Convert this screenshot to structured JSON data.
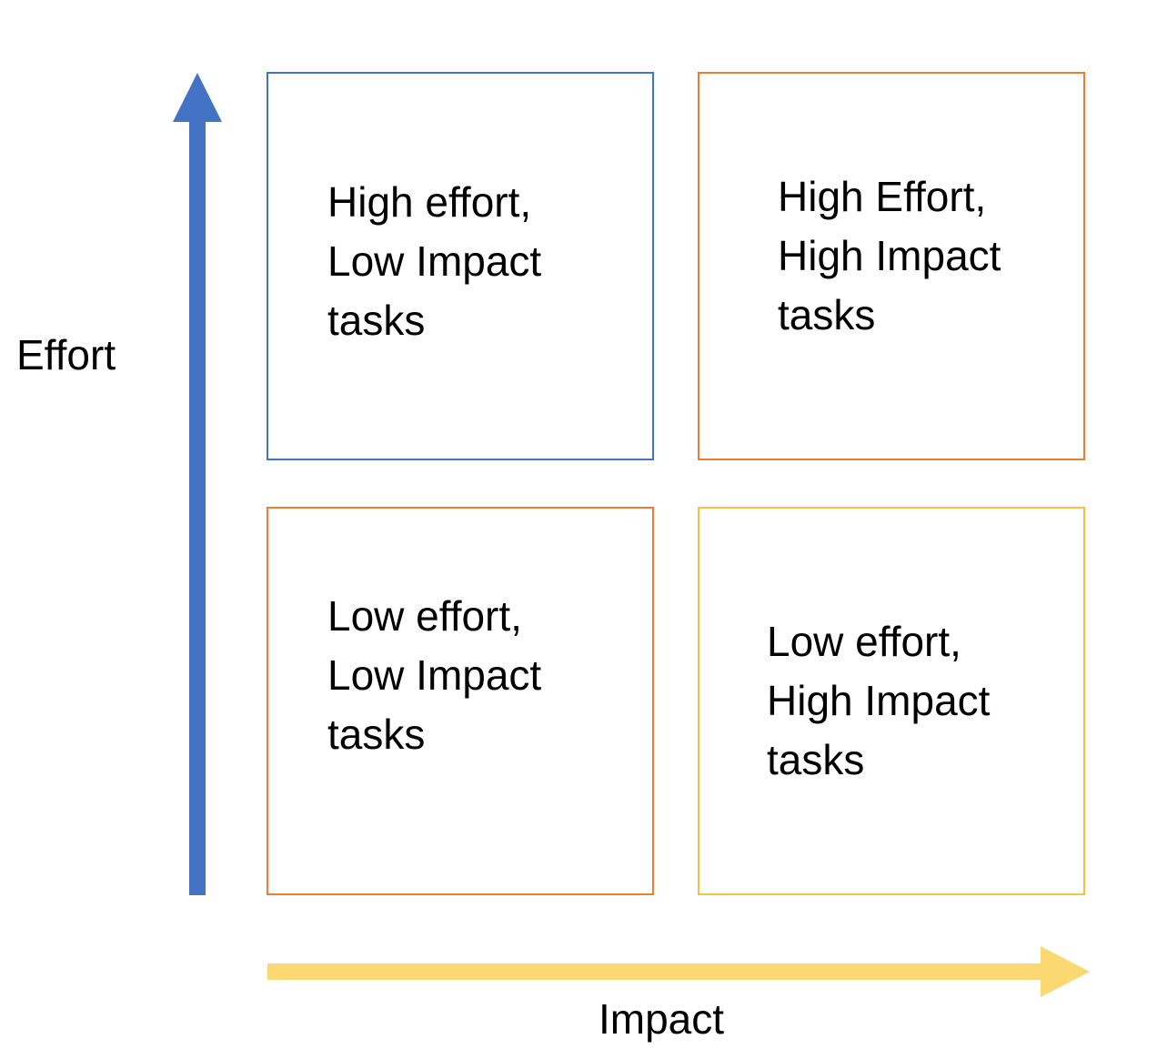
{
  "axes": {
    "y_label": "Effort",
    "x_label": "Impact",
    "y_arrow_color": "#4472c4",
    "x_arrow_color": "#fbd872"
  },
  "quadrants": [
    {
      "id": "top-left",
      "lines": [
        "High effort,",
        "Low Impact",
        "tasks"
      ],
      "border_color": "#4472c4"
    },
    {
      "id": "top-right",
      "lines": [
        "High Effort,",
        "High Impact",
        "tasks"
      ],
      "border_color": "#ed7d31"
    },
    {
      "id": "bottom-left",
      "lines": [
        "Low effort,",
        "Low Impact",
        "tasks"
      ],
      "border_color": "#ed7d31"
    },
    {
      "id": "bottom-right",
      "lines": [
        "Low effort,",
        "High Impact",
        "tasks"
      ],
      "border_color": "#f5c342"
    }
  ]
}
